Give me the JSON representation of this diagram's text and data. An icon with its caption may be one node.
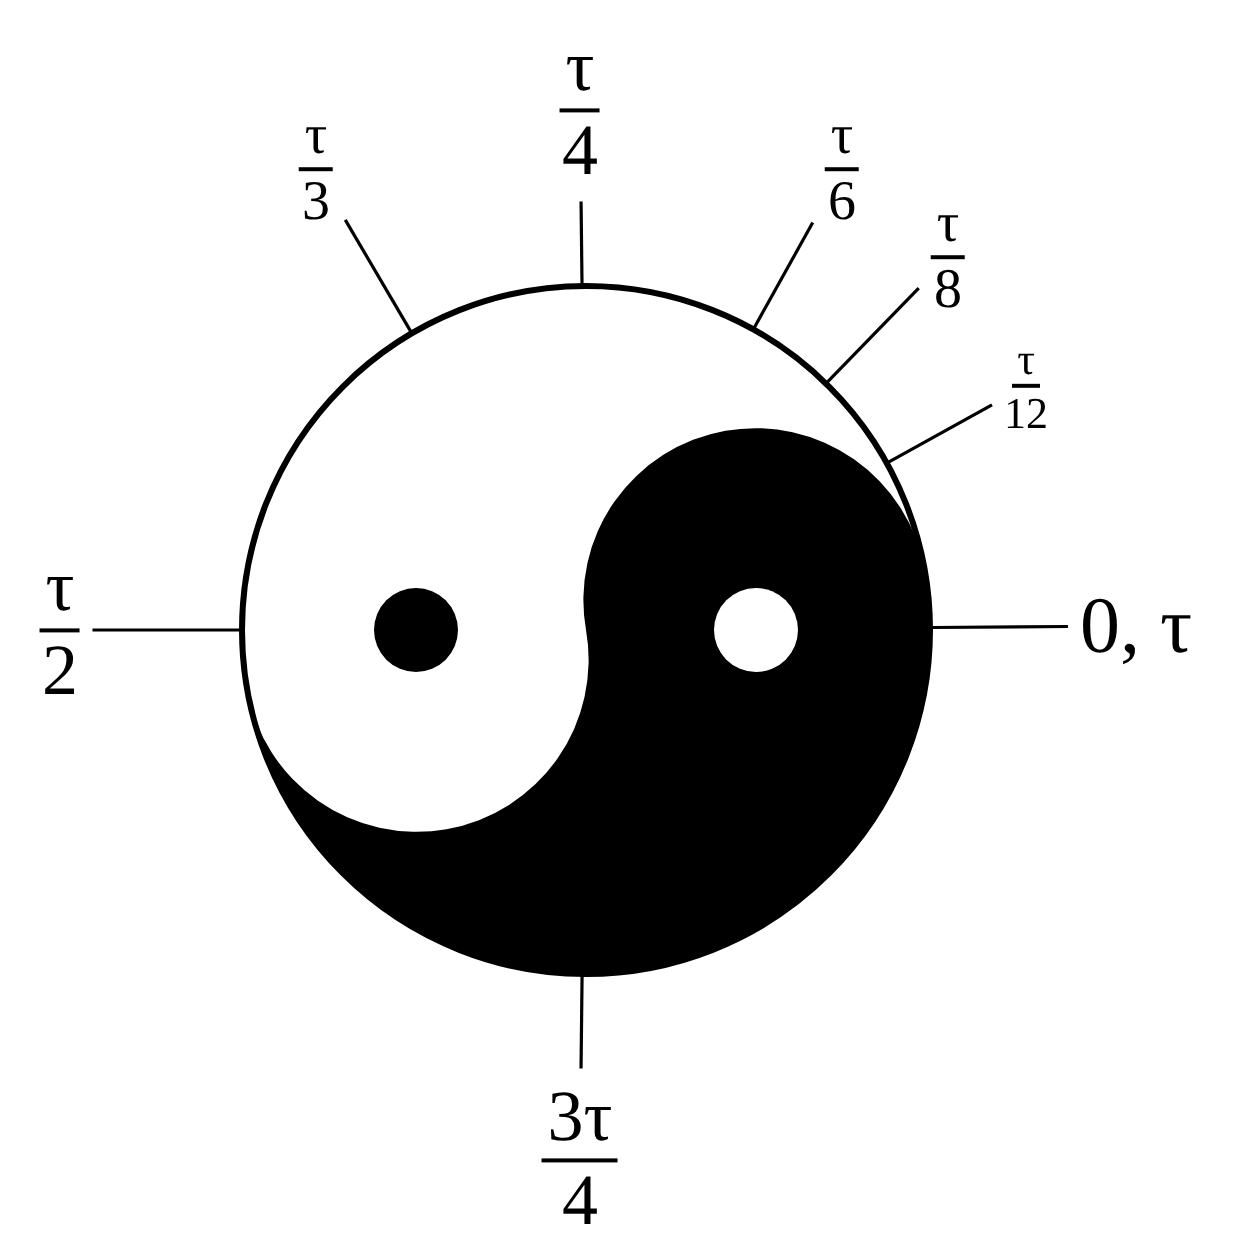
{
  "diagram": {
    "nodes": [
      {
        "text": [
          "τ",
          "4"
        ]
      },
      {
        "text": [
          "τ",
          "3"
        ]
      },
      {
        "text": [
          "τ",
          "6"
        ]
      },
      {
        "text": [
          "τ",
          "8"
        ]
      },
      {
        "text": [
          "τ",
          "12"
        ]
      },
      {
        "text": [
          "τ",
          "2"
        ]
      },
      {
        "text": [
          "0, τ"
        ]
      },
      {
        "text": [
          "3τ",
          "4"
        ]
      },
      {
        "text": [],
        "shape": "circle"
      }
    ],
    "edges": [
      {
        "from": 0,
        "to": 8,
        "arrow": "none"
      },
      {
        "from": 1,
        "to": 8,
        "arrow": "none"
      },
      {
        "from": 2,
        "to": 8,
        "arrow": "none"
      },
      {
        "from": 3,
        "to": 8,
        "arrow": "none"
      },
      {
        "from": 4,
        "to": 8,
        "arrow": "none"
      },
      {
        "from": 5,
        "to": 8,
        "arrow": "none"
      },
      {
        "from": 6,
        "to": 8,
        "arrow": "none"
      },
      {
        "from": 7,
        "to": 8,
        "arrow": "none"
      }
    ]
  }
}
